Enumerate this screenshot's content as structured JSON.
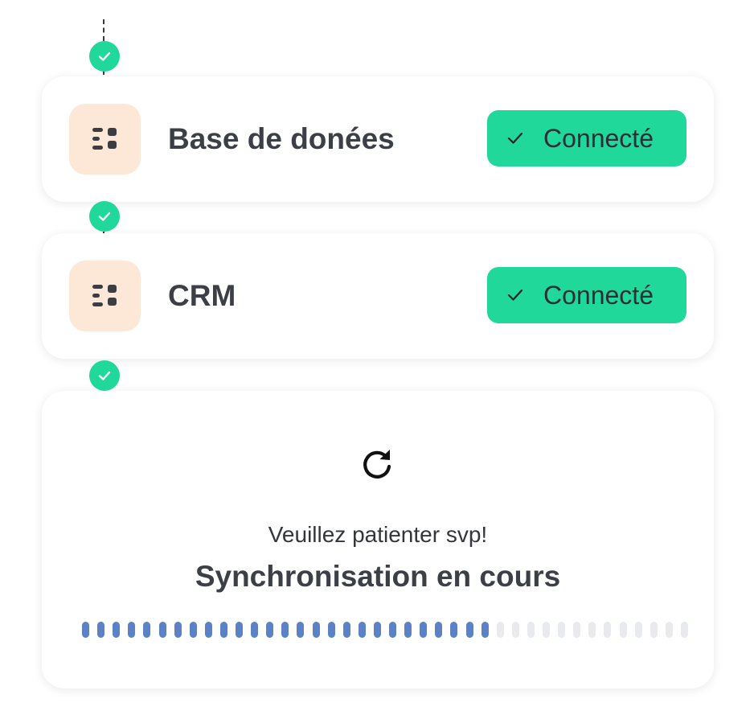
{
  "steps": [
    {
      "label": "Base de donées",
      "status": "Connecté",
      "icon": "database-list-icon"
    },
    {
      "label": "CRM",
      "status": "Connecté",
      "icon": "database-list-icon"
    }
  ],
  "sync": {
    "message": "Veuillez patienter svp!",
    "title": "Synchronisation en cours",
    "icon": "refresh-icon",
    "progress": {
      "total_segments": 40,
      "filled_segments": 27,
      "fraction": 0.675
    }
  },
  "colors": {
    "success": "#1fd89a",
    "progress_fill": "#5a82c4",
    "progress_empty": "#e8eaed",
    "icon_box": "#fde8d7",
    "text": "#3c3f45"
  }
}
